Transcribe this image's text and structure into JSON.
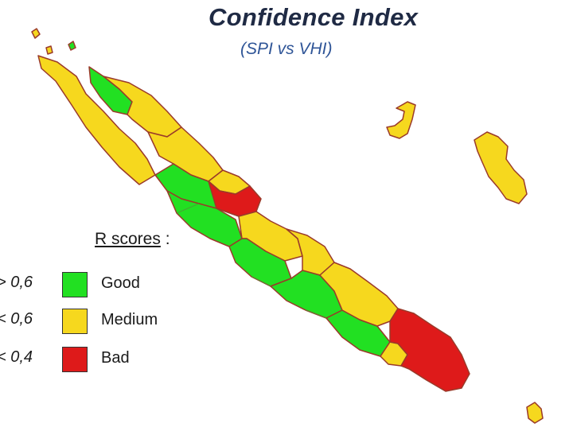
{
  "title": "Confidence Index",
  "subtitle": "(SPI vs VHI)",
  "legend": {
    "title": "R scores",
    "suffix": " :",
    "items": [
      {
        "range": "> 0,6",
        "label": "Good",
        "color": "#22e022"
      },
      {
        "range": "< 0,6",
        "label": "Medium",
        "color": "#f6d81e"
      },
      {
        "range": "< 0,4",
        "label": "Bad",
        "color": "#de1a1a"
      }
    ]
  },
  "colors": {
    "good": "#22e022",
    "medium": "#f6d81e",
    "bad": "#de1a1a",
    "border": "#9a3a2a"
  }
}
